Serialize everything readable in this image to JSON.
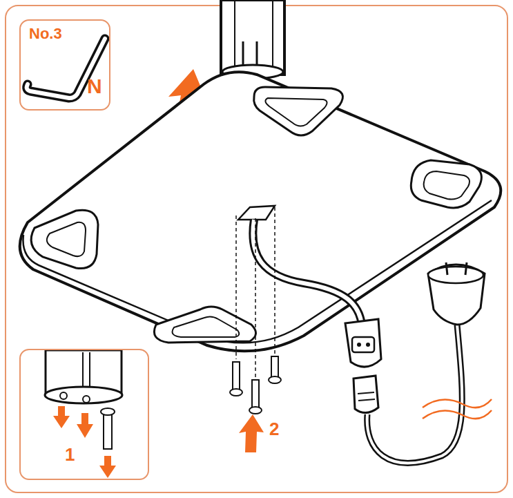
{
  "diagram": {
    "nodes": [
      {
        "text": [
          "No.3",
          "N"
        ]
      },
      {
        "text": [
          "1"
        ]
      }
    ],
    "labels": [
      "2"
    ]
  }
}
